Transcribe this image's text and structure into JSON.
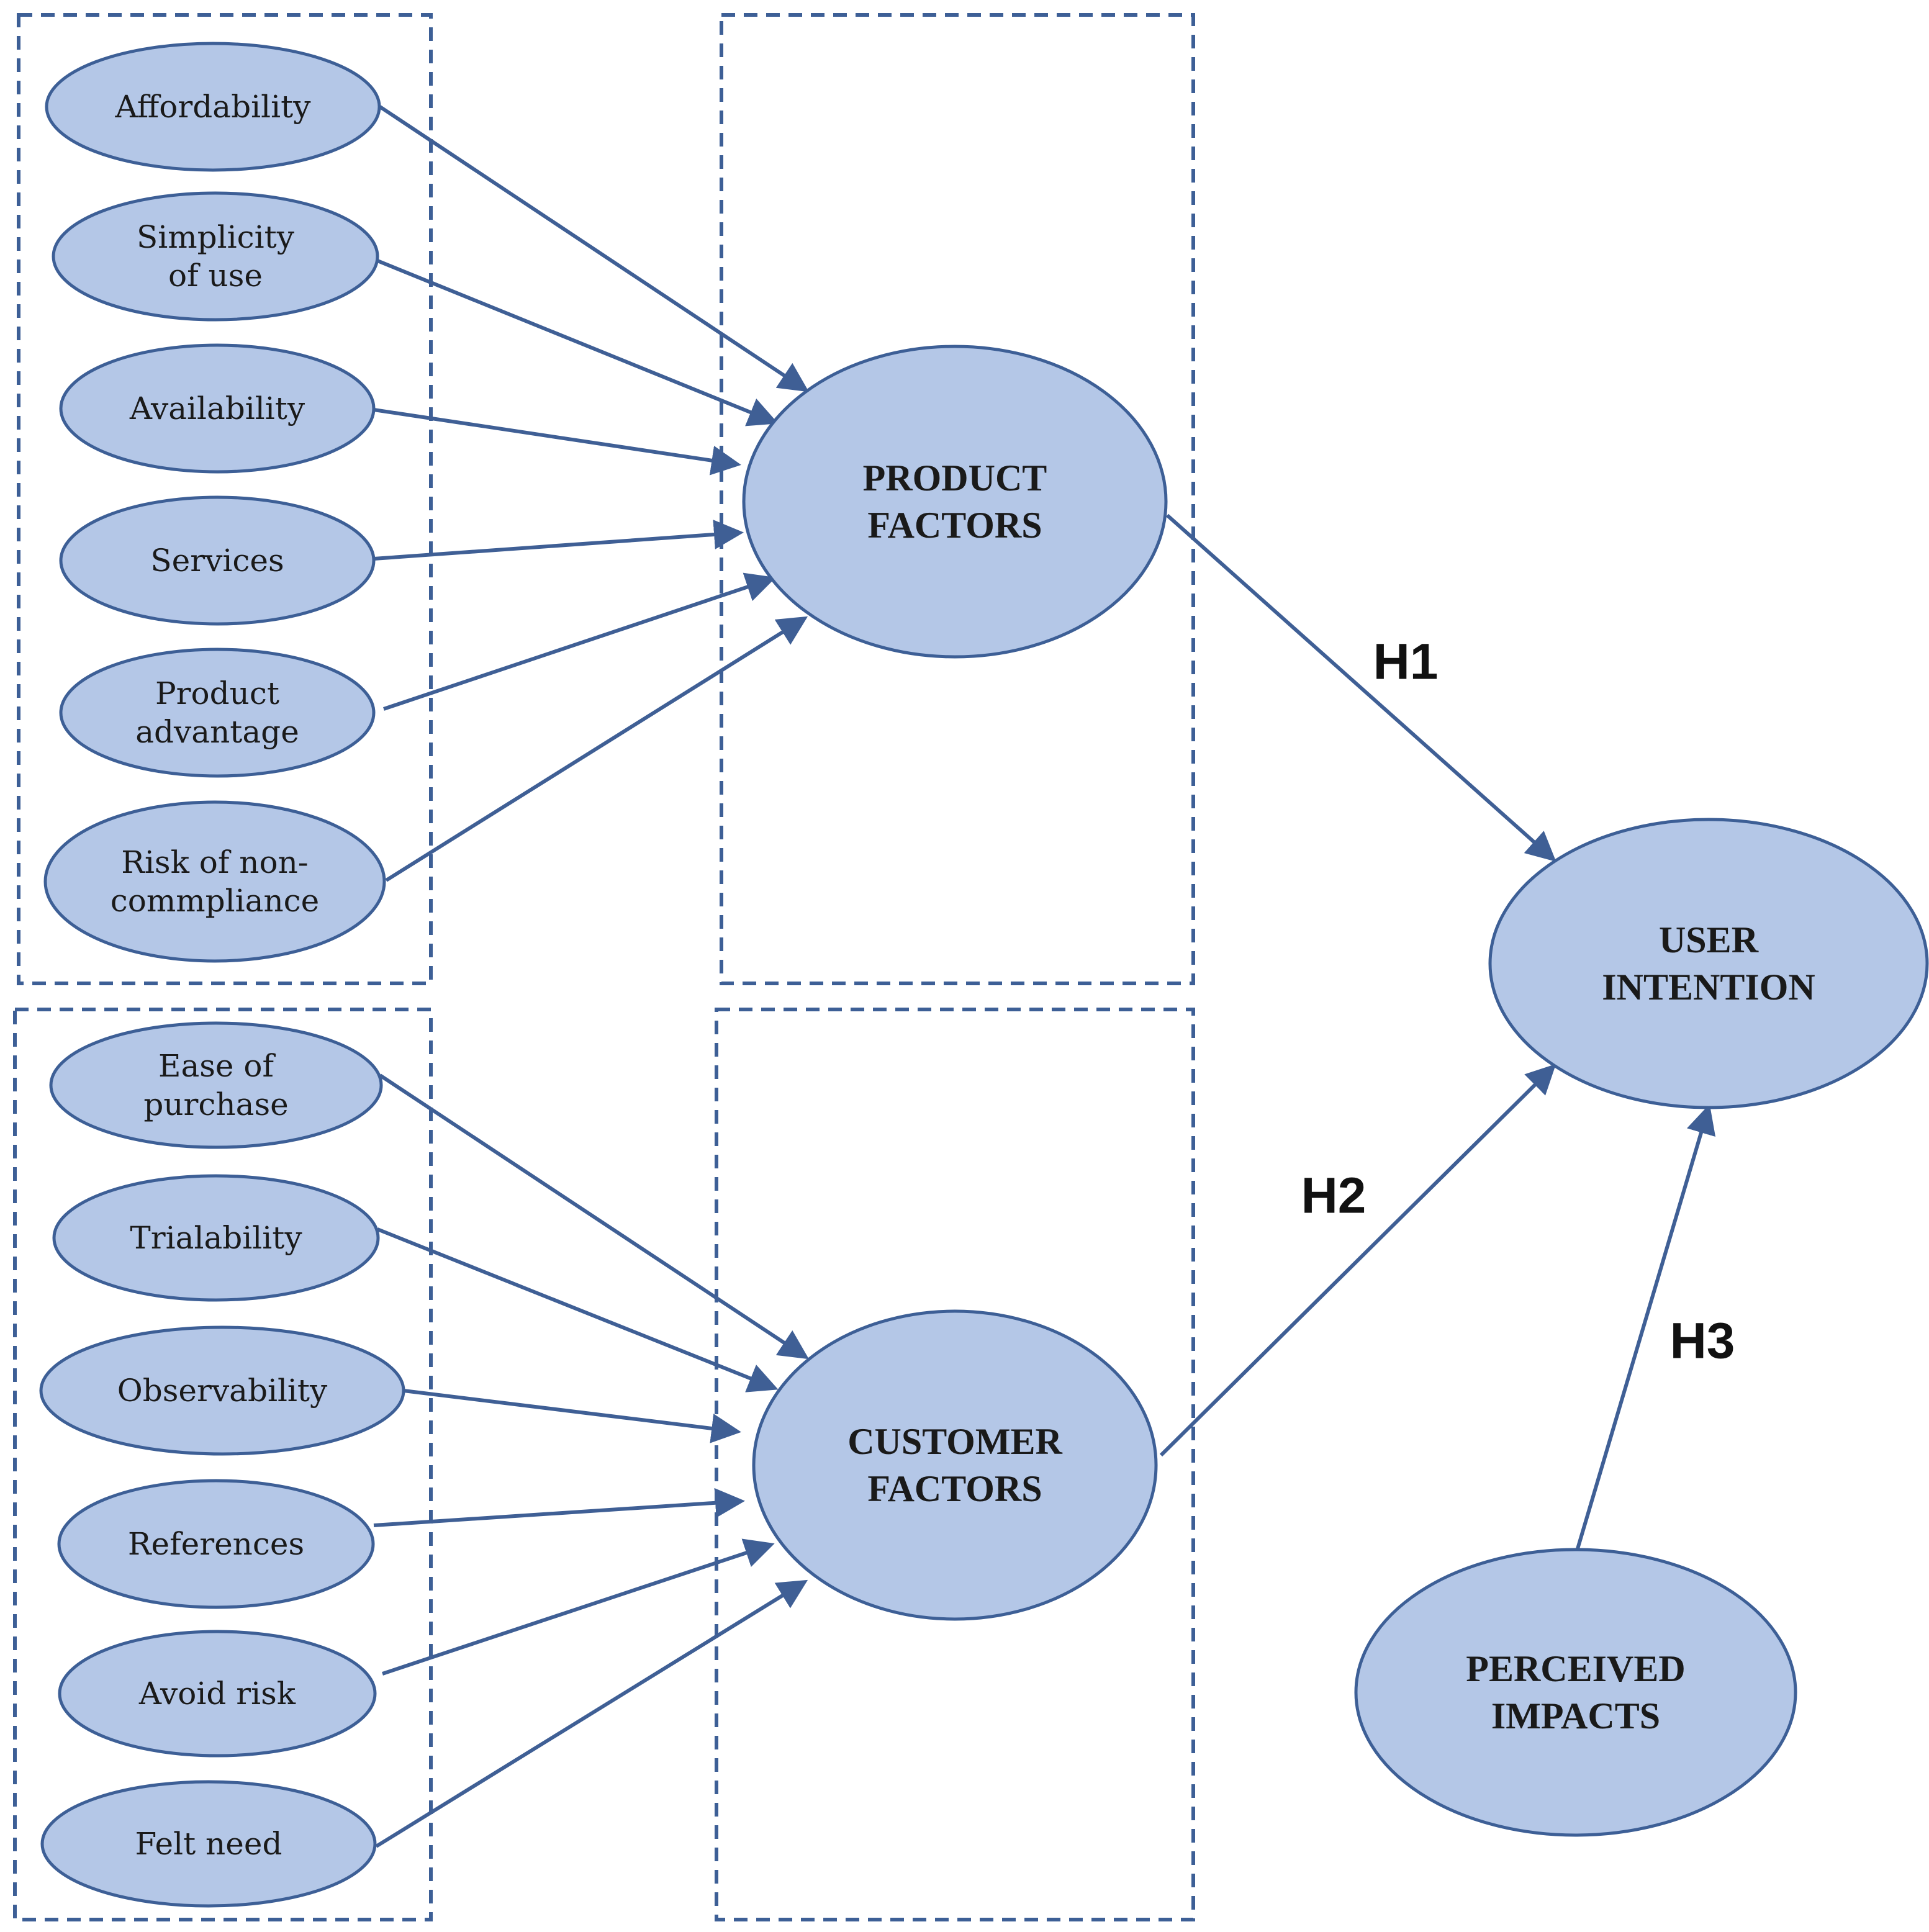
{
  "colors": {
    "node_fill": "#b4c7e7",
    "node_stroke": "#3d5f96",
    "arrow": "#3f5f95",
    "box_border": "#3d5f96"
  },
  "groups": [
    "product-antecedents",
    "product-construct",
    "customer-antecedents",
    "customer-construct"
  ],
  "antecedents_product": [
    {
      "id": "affordability",
      "label": [
        "Affordability"
      ]
    },
    {
      "id": "simplicity",
      "label": [
        "Simplicity",
        "of use"
      ]
    },
    {
      "id": "availability",
      "label": [
        "Availability"
      ]
    },
    {
      "id": "services",
      "label": [
        "Services"
      ]
    },
    {
      "id": "product-advantage",
      "label": [
        "Product",
        "advantage"
      ]
    },
    {
      "id": "risk-noncompliance",
      "label": [
        "Risk of non-",
        "commpliance"
      ]
    }
  ],
  "antecedents_customer": [
    {
      "id": "ease-of-purchase",
      "label": [
        "Ease of",
        "purchase"
      ]
    },
    {
      "id": "trialability",
      "label": [
        "Trialability"
      ]
    },
    {
      "id": "observability",
      "label": [
        "Observability"
      ]
    },
    {
      "id": "references",
      "label": [
        "References"
      ]
    },
    {
      "id": "avoid-risk",
      "label": [
        "Avoid risk"
      ]
    },
    {
      "id": "felt-need",
      "label": [
        "Felt need"
      ]
    }
  ],
  "constructs": [
    {
      "id": "product-factors",
      "label": [
        "PRODUCT",
        "FACTORS"
      ]
    },
    {
      "id": "customer-factors",
      "label": [
        "CUSTOMER",
        "FACTORS"
      ]
    },
    {
      "id": "user-intention",
      "label": [
        "USER",
        "INTENTION"
      ]
    },
    {
      "id": "perceived-impacts",
      "label": [
        "PERCEIVED",
        "IMPACTS"
      ]
    }
  ],
  "hypotheses": [
    {
      "id": "h1",
      "label": "H1",
      "from": "product-factors",
      "to": "user-intention"
    },
    {
      "id": "h2",
      "label": "H2",
      "from": "customer-factors",
      "to": "user-intention"
    },
    {
      "id": "h3",
      "label": "H3",
      "from": "perceived-impacts",
      "to": "user-intention"
    }
  ]
}
